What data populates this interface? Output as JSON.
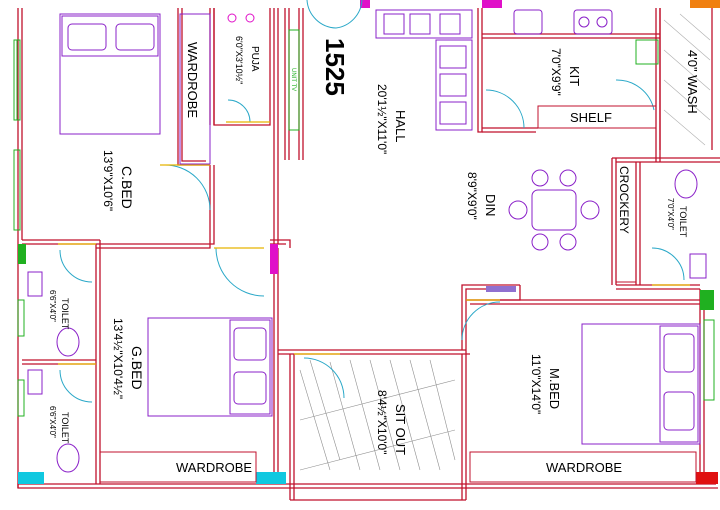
{
  "plan_number": "1525",
  "rooms": {
    "cbed": {
      "name": "C.BED",
      "dim": "13'9\"X10'6\""
    },
    "wardrobe_left": {
      "name": "WARDROBE"
    },
    "puja": {
      "name": "PUJA",
      "dim": "6'0\"X3'10½\""
    },
    "unit_tv": {
      "name": "UNIT TV"
    },
    "hall": {
      "name": "HALL",
      "dim": "20'1½\"X11'0\""
    },
    "kit": {
      "name": "KIT",
      "dim": "7'0\"X9'9\""
    },
    "wash": {
      "name": "4'0\" WASH"
    },
    "shelf": {
      "name": "SHELF"
    },
    "din": {
      "name": "DIN",
      "dim": "8'9\"X9'0\""
    },
    "crockery": {
      "name": "CROCKERY"
    },
    "toilet_right": {
      "name": "TOILET",
      "dim": "7'0\"X4'0\""
    },
    "toilet_left_1": {
      "name": "TOILET",
      "dim": "6'6\"X4'0\""
    },
    "toilet_left_2": {
      "name": "TOILET",
      "dim": "6'6\"X4'0\""
    },
    "gbed": {
      "name": "G.BED",
      "dim": "13'4½\"X10'4½\""
    },
    "sitout": {
      "name": "SIT OUT",
      "dim": "8'4½\"X10'0\""
    },
    "mbed": {
      "name": "M.BED",
      "dim": "11'0\"X14'0\""
    },
    "wardrobe_bottom_left": {
      "name": "WARDROBE"
    },
    "wardrobe_bottom_right": {
      "name": "WARDROBE"
    }
  },
  "colors": {
    "wall": "#c0122c",
    "furniture": "#8a20c8",
    "door": "#2aa8c8",
    "door_jamb": "#e6b400",
    "window_green": "#20b020",
    "window_magenta": "#e010c8",
    "window_cyan": "#10c8e0",
    "orange": "#f08010",
    "red": "#e01010"
  }
}
